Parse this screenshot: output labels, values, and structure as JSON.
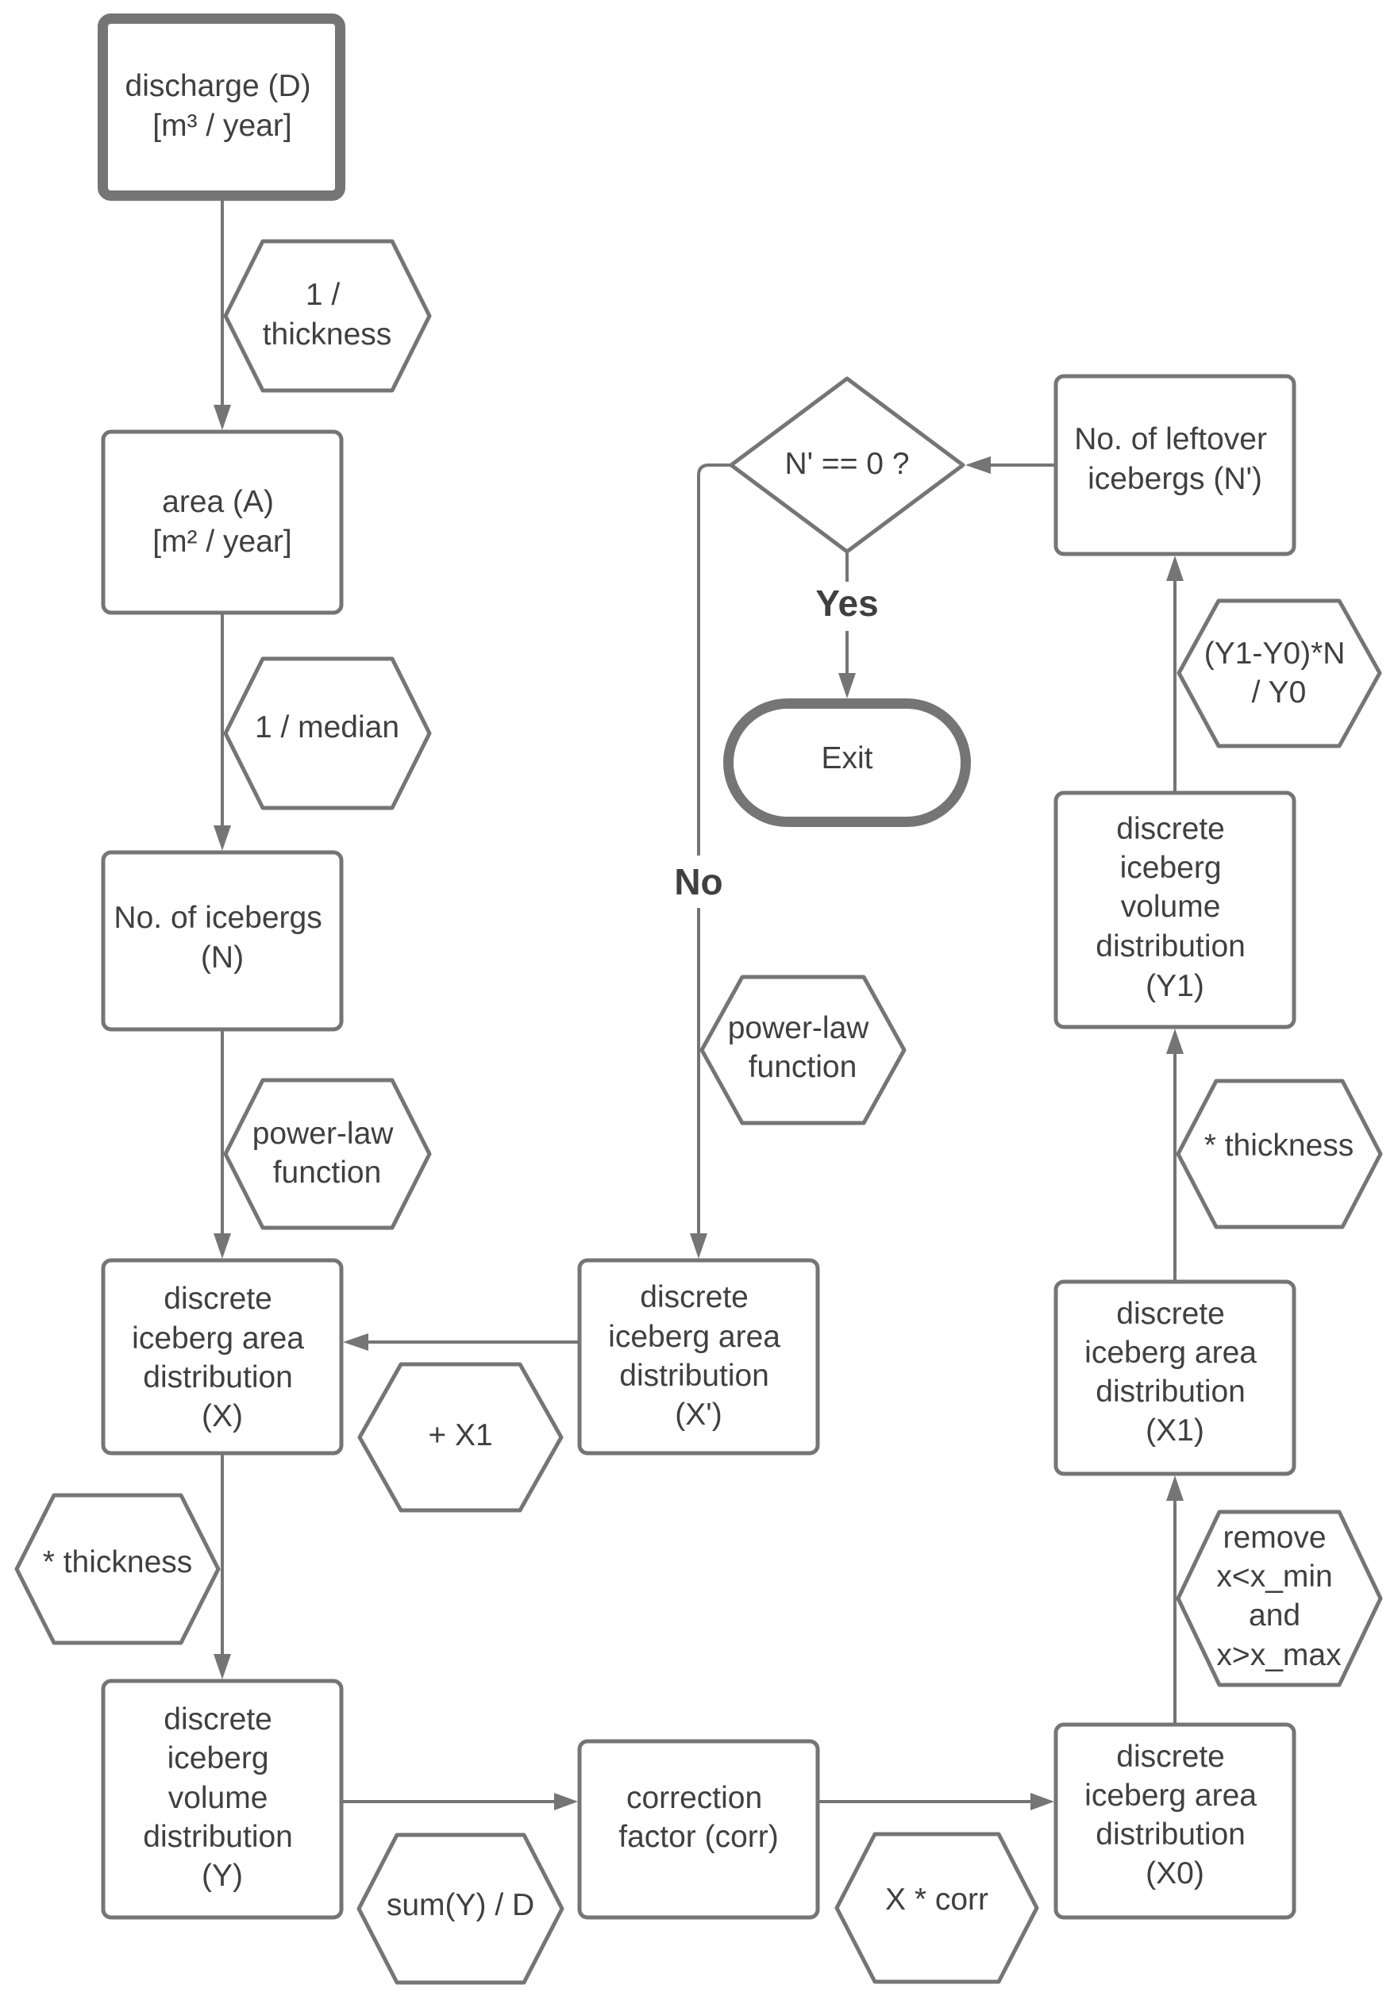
{
  "diagram": {
    "title": "Iceberg discharge distribution flowchart",
    "nodes": {
      "discharge": {
        "lines": [
          "discharge (D)",
          "[m³ / year]"
        ]
      },
      "area": {
        "lines": [
          "area (A)",
          "[m² / year]"
        ]
      },
      "n_icebergs": {
        "lines": [
          "No. of icebergs",
          "(N)"
        ]
      },
      "dist_x": {
        "lines": [
          "discrete",
          "iceberg area",
          "distribution",
          "(X)"
        ]
      },
      "dist_y": {
        "lines": [
          "discrete",
          "iceberg",
          "volume",
          "distribution",
          "(Y)"
        ]
      },
      "correction": {
        "lines": [
          "correction",
          "factor (corr)"
        ]
      },
      "dist_x0": {
        "lines": [
          "discrete",
          "iceberg area",
          "distribution",
          "(X0)"
        ]
      },
      "dist_x1": {
        "lines": [
          "discrete",
          "iceberg area",
          "distribution",
          "(X1)"
        ]
      },
      "dist_y1": {
        "lines": [
          "discrete",
          "iceberg",
          "volume",
          "distribution",
          "(Y1)"
        ]
      },
      "leftover": {
        "lines": [
          "No. of leftover",
          "icebergs (N')"
        ]
      },
      "decision": {
        "lines": [
          "N' == 0 ?"
        ]
      },
      "exit": {
        "lines": [
          "Exit"
        ]
      },
      "dist_x_prime": {
        "lines": [
          "discrete",
          "iceberg area",
          "distribution",
          "(X')"
        ]
      }
    },
    "operators": {
      "thickness_inv": {
        "lines": [
          "1 /",
          "thickness"
        ]
      },
      "median_inv": {
        "lines": [
          "1 / median"
        ]
      },
      "powerlaw_1": {
        "lines": [
          "power-law",
          "function"
        ]
      },
      "plus_x1": {
        "lines": [
          "+ X1"
        ]
      },
      "times_thickness_1": {
        "lines": [
          "* thickness"
        ]
      },
      "sum_over_d": {
        "lines": [
          "sum(Y) / D"
        ]
      },
      "x_times_corr": {
        "lines": [
          "X * corr"
        ]
      },
      "remove_range": {
        "lines": [
          "remove",
          "x<x_min",
          "and",
          "x>x_max"
        ]
      },
      "times_thickness_2": {
        "lines": [
          "* thickness"
        ]
      },
      "leftover_calc": {
        "lines": [
          "(Y1-Y0)*N",
          "/ Y0"
        ]
      },
      "powerlaw_2": {
        "lines": [
          "power-law",
          "function"
        ]
      }
    },
    "edge_labels": {
      "yes": "Yes",
      "no": "No"
    }
  },
  "colors": {
    "stroke": "#757575",
    "text": "#404040",
    "background": "#ffffff"
  }
}
